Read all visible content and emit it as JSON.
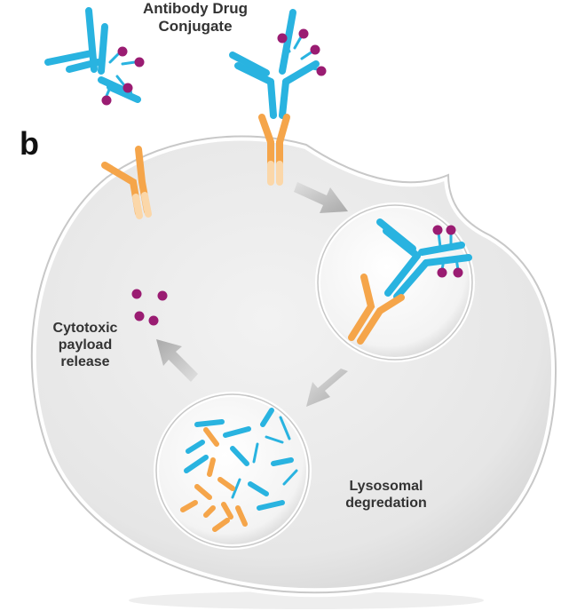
{
  "labels": {
    "title_line1": "Antibody Drug",
    "title_line2": "Conjugate",
    "panel_letter": "b",
    "payload_line1": "Cytotoxic",
    "payload_line2": "payload",
    "payload_line3": "release",
    "lyso_line1": "Lysosomal",
    "lyso_line2": "degredation"
  },
  "colors": {
    "antibody": "#29b3e0",
    "receptor": "#f5a54a",
    "payload": "#9a1c72",
    "cell_fill": "#eaeaea",
    "cell_stroke": "#c8c8c8",
    "arrow": "#b5b5b5",
    "text": "#333333"
  }
}
